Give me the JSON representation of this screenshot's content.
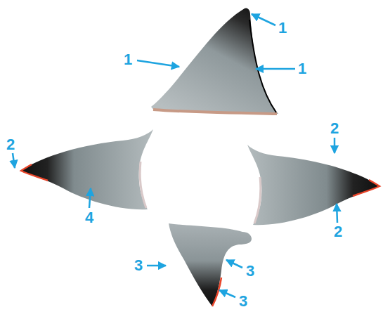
{
  "diagram": {
    "labels": [
      "1",
      "1",
      "1",
      "2",
      "4",
      "2",
      "2",
      "3",
      "3",
      "3"
    ]
  }
}
